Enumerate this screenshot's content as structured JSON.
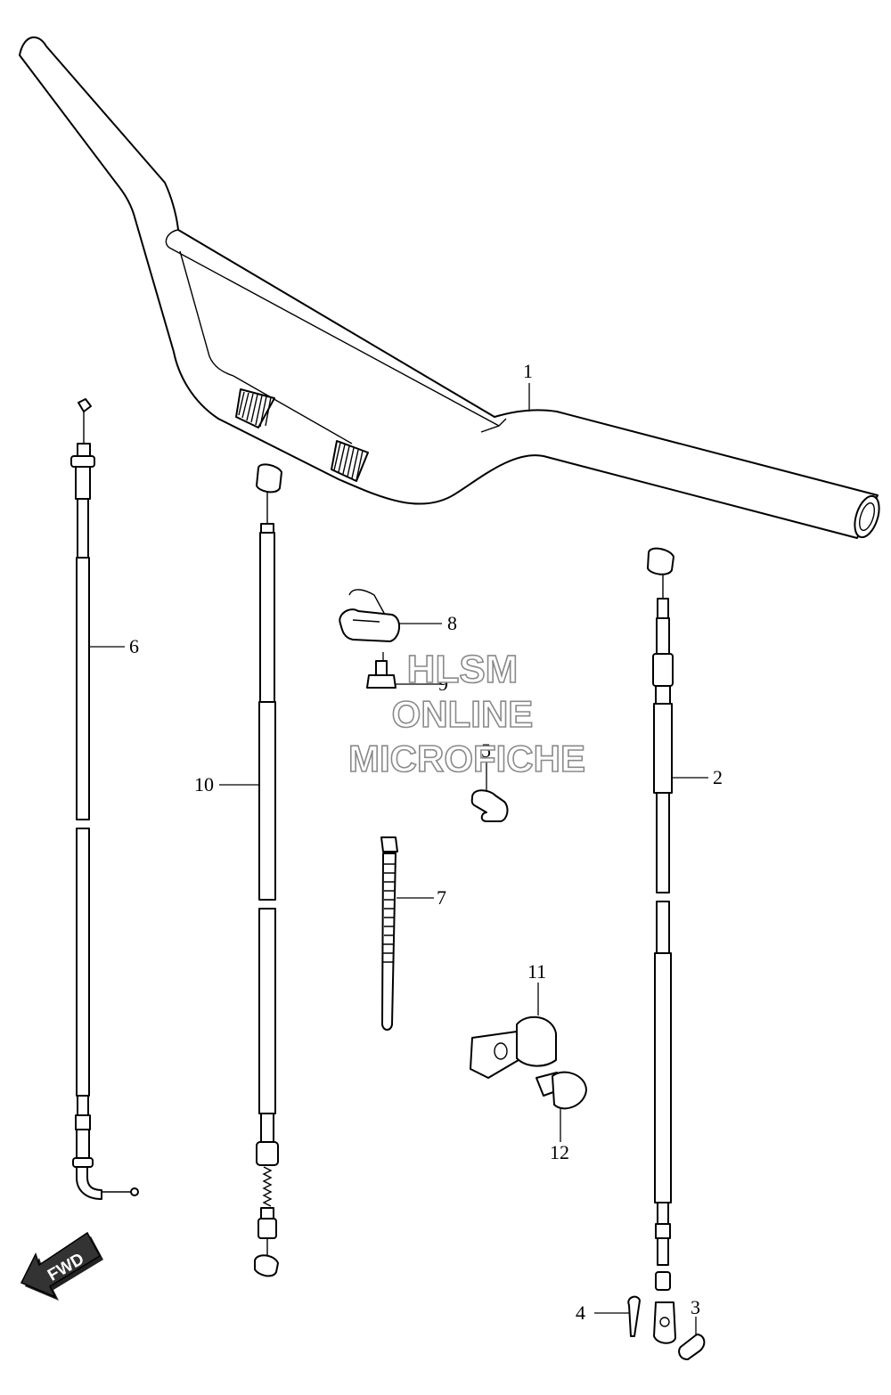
{
  "watermark": {
    "line1": "HLSM",
    "line2": "ONLINE",
    "line3": "MICROFICHE"
  },
  "fwd_label": "FWD",
  "callouts": [
    {
      "id": "1",
      "label": "1",
      "part": "handlebar"
    },
    {
      "id": "2",
      "label": "2",
      "part": "throttle-cable-right"
    },
    {
      "id": "3",
      "label": "3",
      "part": "pin"
    },
    {
      "id": "4",
      "label": "4",
      "part": "cotter-pin"
    },
    {
      "id": "5",
      "label": "5",
      "part": "cable-clamp"
    },
    {
      "id": "6",
      "label": "6",
      "part": "cable-left"
    },
    {
      "id": "7",
      "label": "7",
      "part": "cable-tie"
    },
    {
      "id": "8",
      "label": "8",
      "part": "wire-clamp"
    },
    {
      "id": "9",
      "label": "9",
      "part": "bolt-small"
    },
    {
      "id": "10",
      "label": "10",
      "part": "cable-center"
    },
    {
      "id": "11",
      "label": "11",
      "part": "bracket-clamp"
    },
    {
      "id": "12",
      "label": "12",
      "part": "bolt-large"
    }
  ]
}
